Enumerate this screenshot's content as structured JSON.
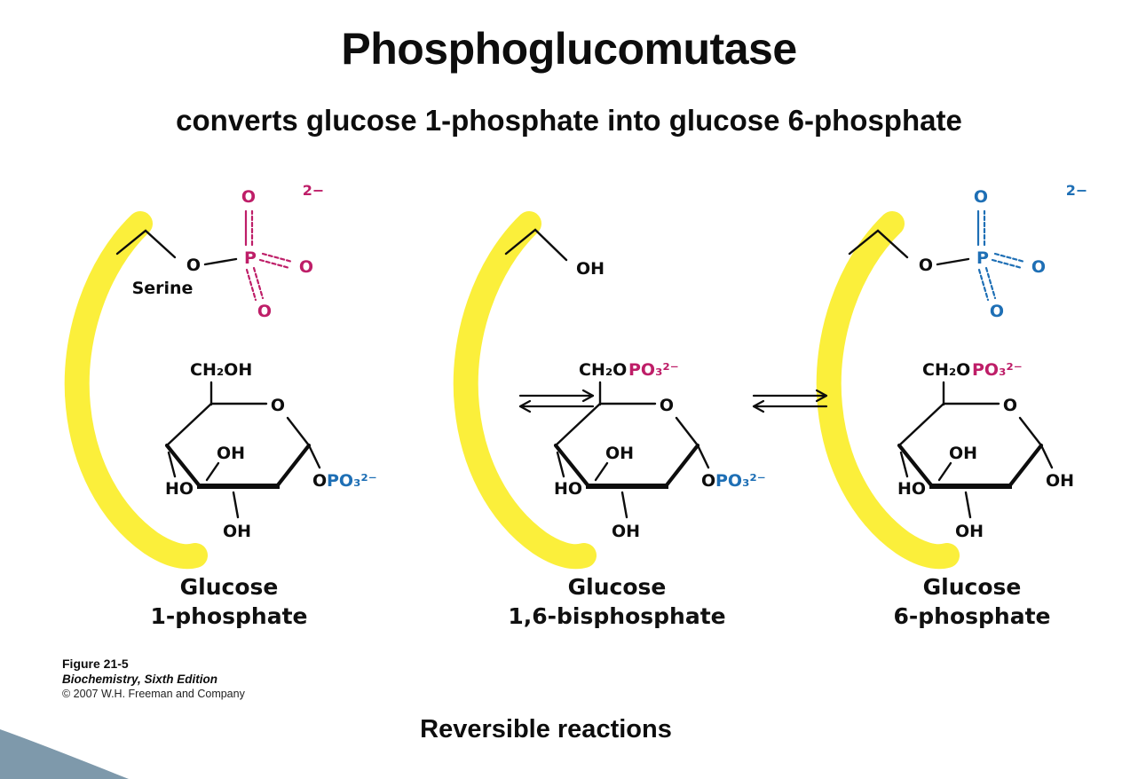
{
  "slide": {
    "title": "Phosphoglucomutase",
    "subtitle": "converts glucose 1-phosphate into glucose 6-phosphate",
    "note": "Reversible reactions"
  },
  "credit": {
    "figure": "Figure 21-5",
    "book": "Biochemistry, Sixth Edition",
    "copyright": "© 2007 W.H. Freeman and Company"
  },
  "chem": {
    "serine": "Serine",
    "p": "P",
    "o": "O",
    "oh": "OH",
    "ho": "HO",
    "ch2oh": "CH₂OH",
    "ch2o": "CH₂O",
    "po3": "PO₃²⁻",
    "charge": "2−"
  },
  "structures": [
    {
      "line1": "Glucose",
      "line2": "1-phosphate"
    },
    {
      "line1": "Glucose",
      "line2": "1,6-bisphosphate"
    },
    {
      "line1": "Glucose",
      "line2": "6-phosphate"
    }
  ],
  "colors": {
    "magenta": "#BE1E68",
    "blue": "#1E6FB5",
    "yellow": "#FBEF3B",
    "corner": "#7E99AB"
  }
}
